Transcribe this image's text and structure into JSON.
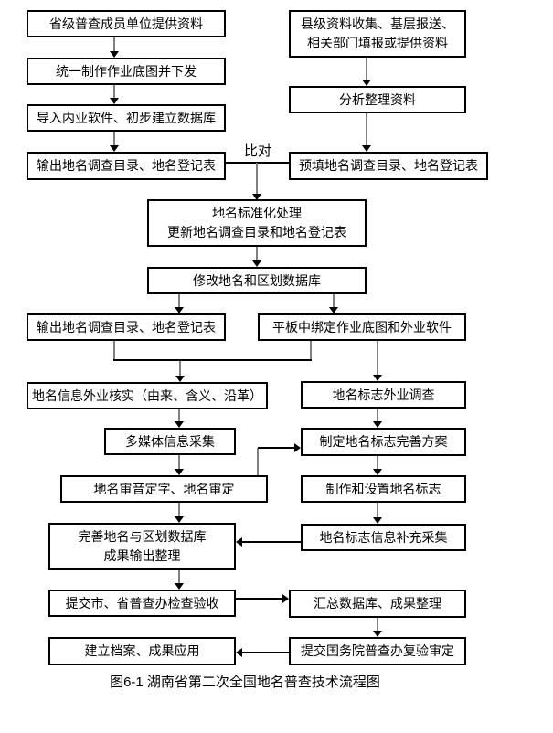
{
  "diagram": {
    "caption": "图6-1 湖南省第二次全国地名普查技术流程图",
    "labels": {
      "compare": "比对"
    },
    "colors": {
      "line": "#000000",
      "arrow_stem": "#808080",
      "background": "#ffffff",
      "text": "#000000"
    },
    "nodes": {
      "provincial_materials": "省级普查成员单位提供资料",
      "unified_base_map": "统一制作作业底图并下发",
      "import_software": "导入内业软件、初步建立数据库",
      "output_catalog_top": "输出地名调查目录、地名登记表",
      "county_materials": "县级资料收集、基层报送、\n相关部门填报或提供资料",
      "analyze_materials": "分析整理资料",
      "prefill_catalog": "预填地名调查目录、地名登记表",
      "standardization": "地名标准化处理\n更新地名调查目录和地名登记表",
      "modify_database": "修改地名和区划数据库",
      "output_catalog_mid": "输出地名调查目录、地名登记表",
      "tablet_binding": "平板中绑定作业底图和外业软件",
      "field_verification": "地名信息外业核实（由来、含义、沿革）",
      "multimedia_collection": "多媒体信息采集",
      "name_review": "地名审音定字、地名审定",
      "improve_database": "完善地名与区划数据库\n成果输出整理",
      "submit_city_province": "提交市、省普查办检查验收",
      "archive": "建立档案、成果应用",
      "sign_survey": "地名标志外业调查",
      "sign_plan": "制定地名标志完善方案",
      "sign_setup": "制作和设置地名标志",
      "sign_supplement": "地名标志信息补充采集",
      "summary_database": "汇总数据库、成果整理",
      "submit_state_council": "提交国务院普查办复验审定"
    }
  }
}
